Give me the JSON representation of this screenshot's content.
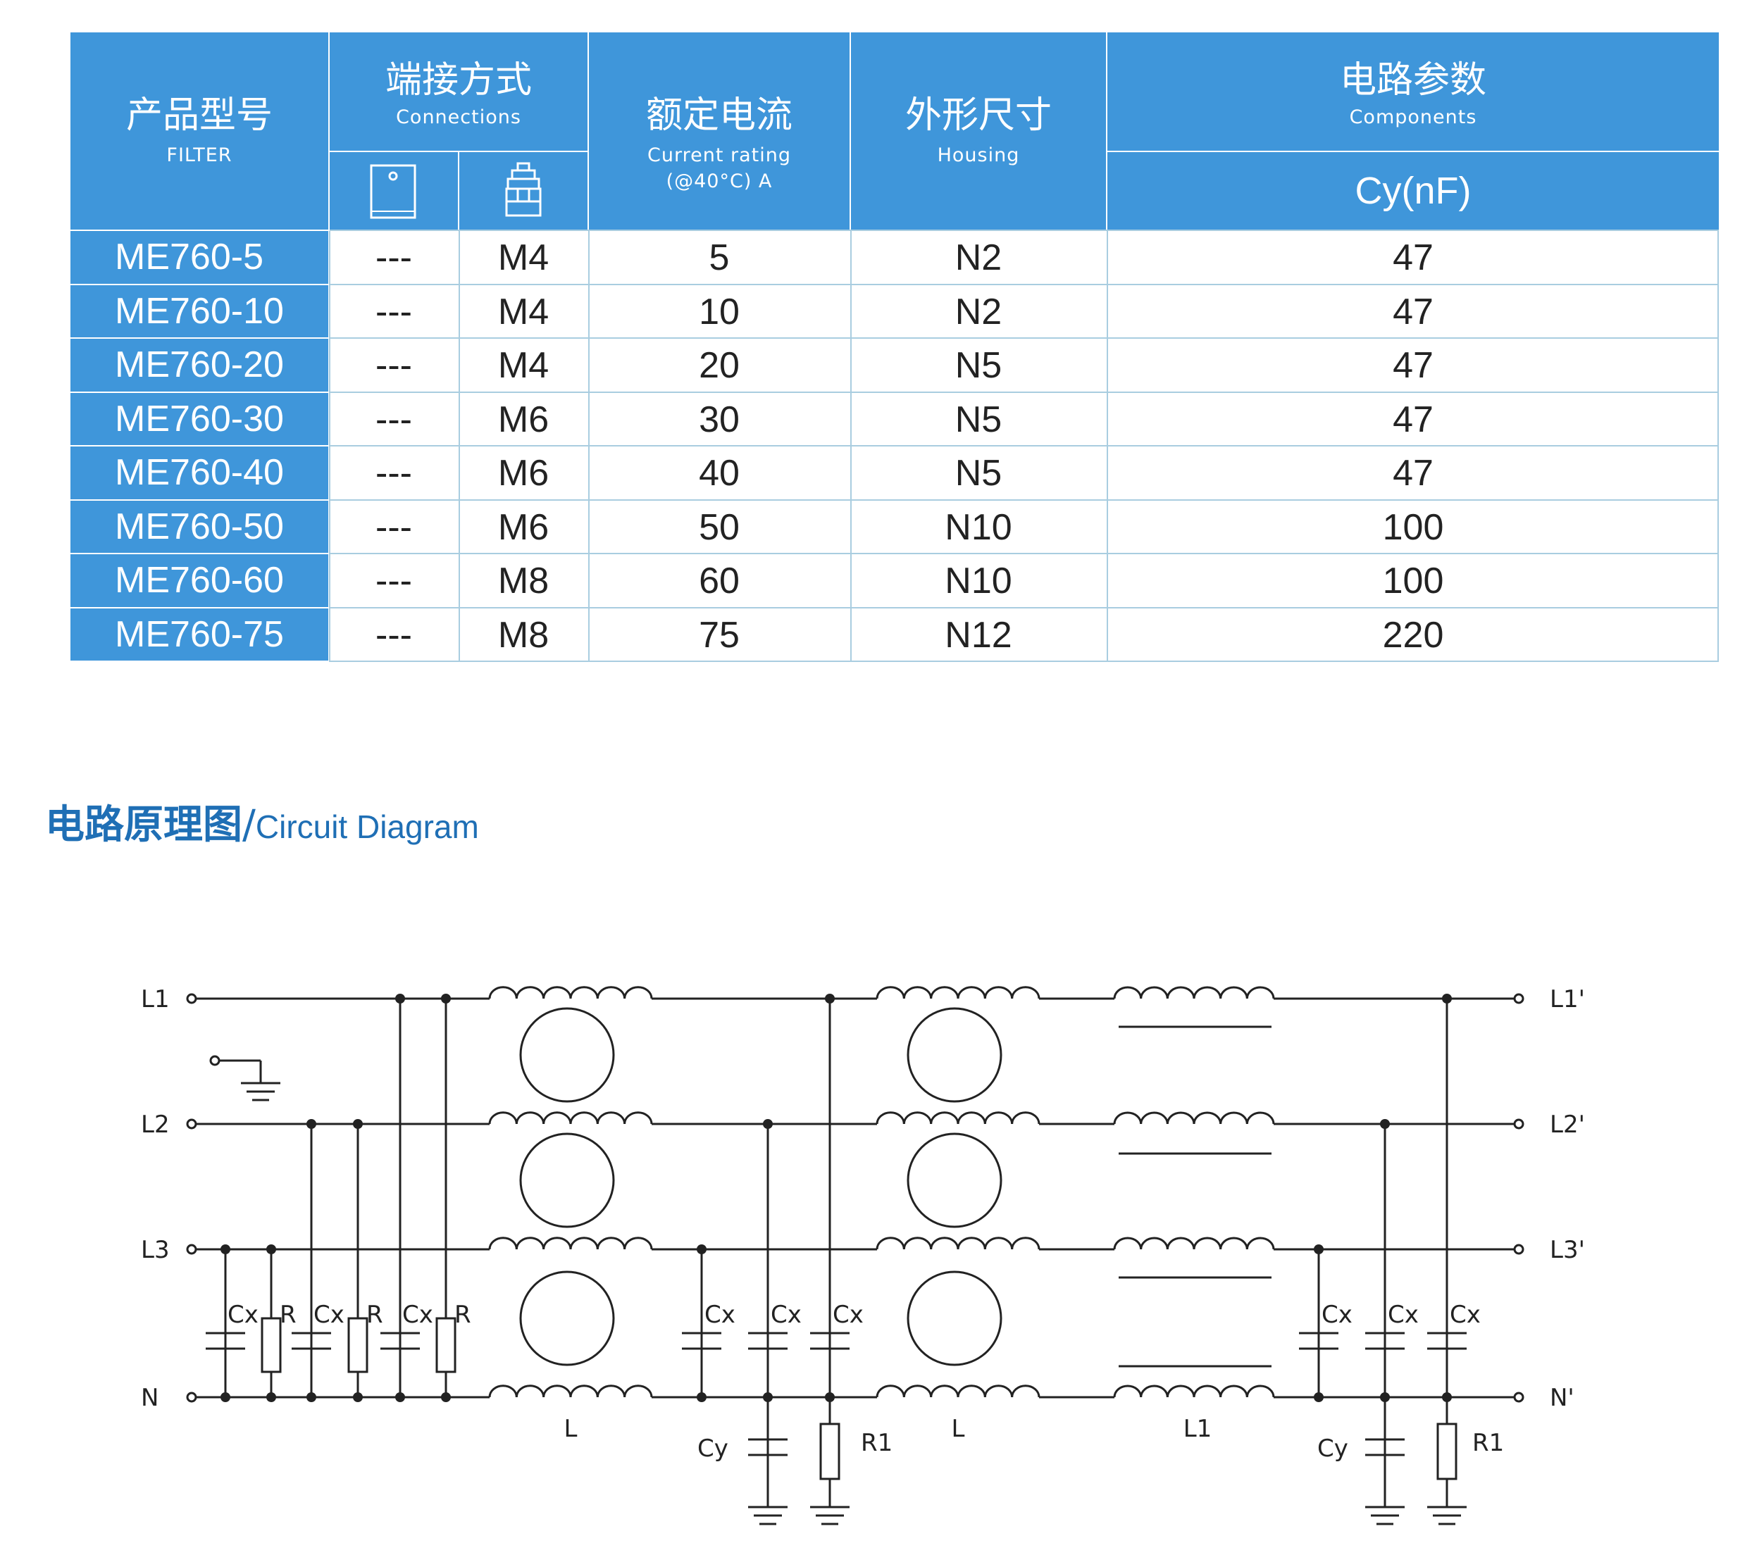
{
  "table": {
    "headers": {
      "model": {
        "cn": "产品型号",
        "en": "FILTER"
      },
      "connections": {
        "cn": "端接方式",
        "en": "Connections"
      },
      "current": {
        "cn": "额定电流",
        "en": "Current rating",
        "en2": "(@40°C)   A"
      },
      "housing": {
        "cn": "外形尺寸",
        "en": "Housing"
      },
      "components": {
        "cn": "电路参数",
        "en": "Components",
        "sub": "Cy(nF)"
      }
    },
    "icons": [
      "terminal-block-icon",
      "bolt-terminal-icon"
    ],
    "rows": [
      {
        "model": "ME760-5",
        "conn1": "---",
        "conn2": "M4",
        "current": "5",
        "housing": "N2",
        "cy": "47"
      },
      {
        "model": "ME760-10",
        "conn1": "---",
        "conn2": "M4",
        "current": "10",
        "housing": "N2",
        "cy": "47"
      },
      {
        "model": "ME760-20",
        "conn1": "---",
        "conn2": "M4",
        "current": "20",
        "housing": "N5",
        "cy": "47"
      },
      {
        "model": "ME760-30",
        "conn1": "---",
        "conn2": "M6",
        "current": "30",
        "housing": "N5",
        "cy": "47"
      },
      {
        "model": "ME760-40",
        "conn1": "---",
        "conn2": "M6",
        "current": "40",
        "housing": "N5",
        "cy": "47"
      },
      {
        "model": "ME760-50",
        "conn1": "---",
        "conn2": "M6",
        "current": "50",
        "housing": "N10",
        "cy": "100"
      },
      {
        "model": "ME760-60",
        "conn1": "---",
        "conn2": "M8",
        "current": "60",
        "housing": "N10",
        "cy": "100"
      },
      {
        "model": "ME760-75",
        "conn1": "---",
        "conn2": "M8",
        "current": "75",
        "housing": "N12",
        "cy": "220"
      }
    ],
    "colors": {
      "header_bg": "#3f96da",
      "grid": "#a9cde0"
    }
  },
  "section": {
    "title_cn": "电路原理图",
    "separator": "/",
    "title_en": "Circuit Diagram"
  },
  "circuit": {
    "inputs": [
      "L1",
      "L2",
      "L3",
      "N"
    ],
    "outputs": [
      "L1'",
      "L2'",
      "L3'",
      "N'"
    ],
    "labels": {
      "cx": "Cx",
      "r": "R",
      "cy": "Cy",
      "r1": "R1",
      "l": "L",
      "l1": "L1"
    }
  }
}
